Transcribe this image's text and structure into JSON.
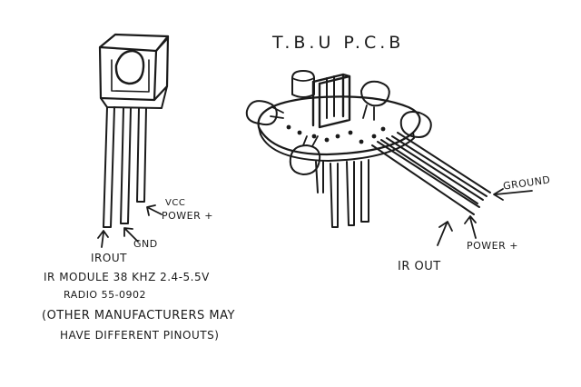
{
  "title": "T.B.U P.C.B",
  "left_component": {
    "pin_labels": {
      "vcc": "VCC",
      "power": "POWER +",
      "gnd": "GND",
      "irout": "IROUT"
    },
    "notes": [
      "IR MODULE 38 KHZ 2.4-5.5V",
      "RADIO 55-0902",
      "(OTHER MANUFACTURERS MAY",
      "HAVE DIFFERENT PINOUTS)"
    ]
  },
  "right_component": {
    "wire_labels": {
      "ground": "GROUND",
      "ir_out": "IR OUT",
      "power": "POWER +"
    }
  }
}
